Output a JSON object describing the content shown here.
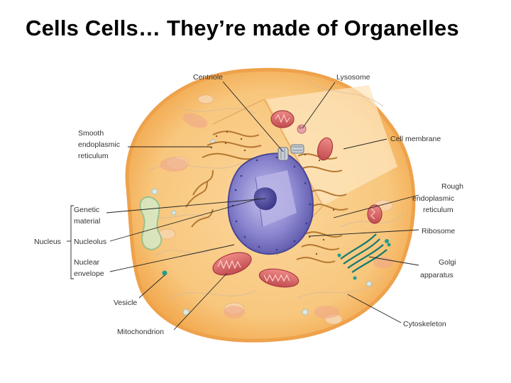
{
  "title": "Cells Cells… They’re made of Organelles",
  "labels": {
    "centriole": "Centriole",
    "lysosome": "Lysosome",
    "smooth_er": [
      "Smooth",
      "endoplasmic",
      "reticulum"
    ],
    "cell_membrane": "Cell membrane",
    "rough_er": [
      "Rough",
      "endoplasmic",
      "reticulum"
    ],
    "genetic_material": [
      "Genetic",
      "material"
    ],
    "nucleus": "Nucleus",
    "nucleolus": "Nucleolus",
    "nuclear_envelope": [
      "Nuclear",
      "envelope"
    ],
    "ribosome": "Ribosome",
    "golgi": [
      "Golgi",
      "apparatus"
    ],
    "vesicle": "Vesicle",
    "cytoskeleton": "Cytoskeleton",
    "mitochondrion": "Mitochondrion"
  },
  "colors": {
    "cytoplasm": "#f8c77e",
    "membrane": "#f3ad55",
    "nucleus": "#8b86cf",
    "mitochondria": "#e3686a",
    "golgi": "#1f9e8e",
    "er": "#c88a3c"
  }
}
